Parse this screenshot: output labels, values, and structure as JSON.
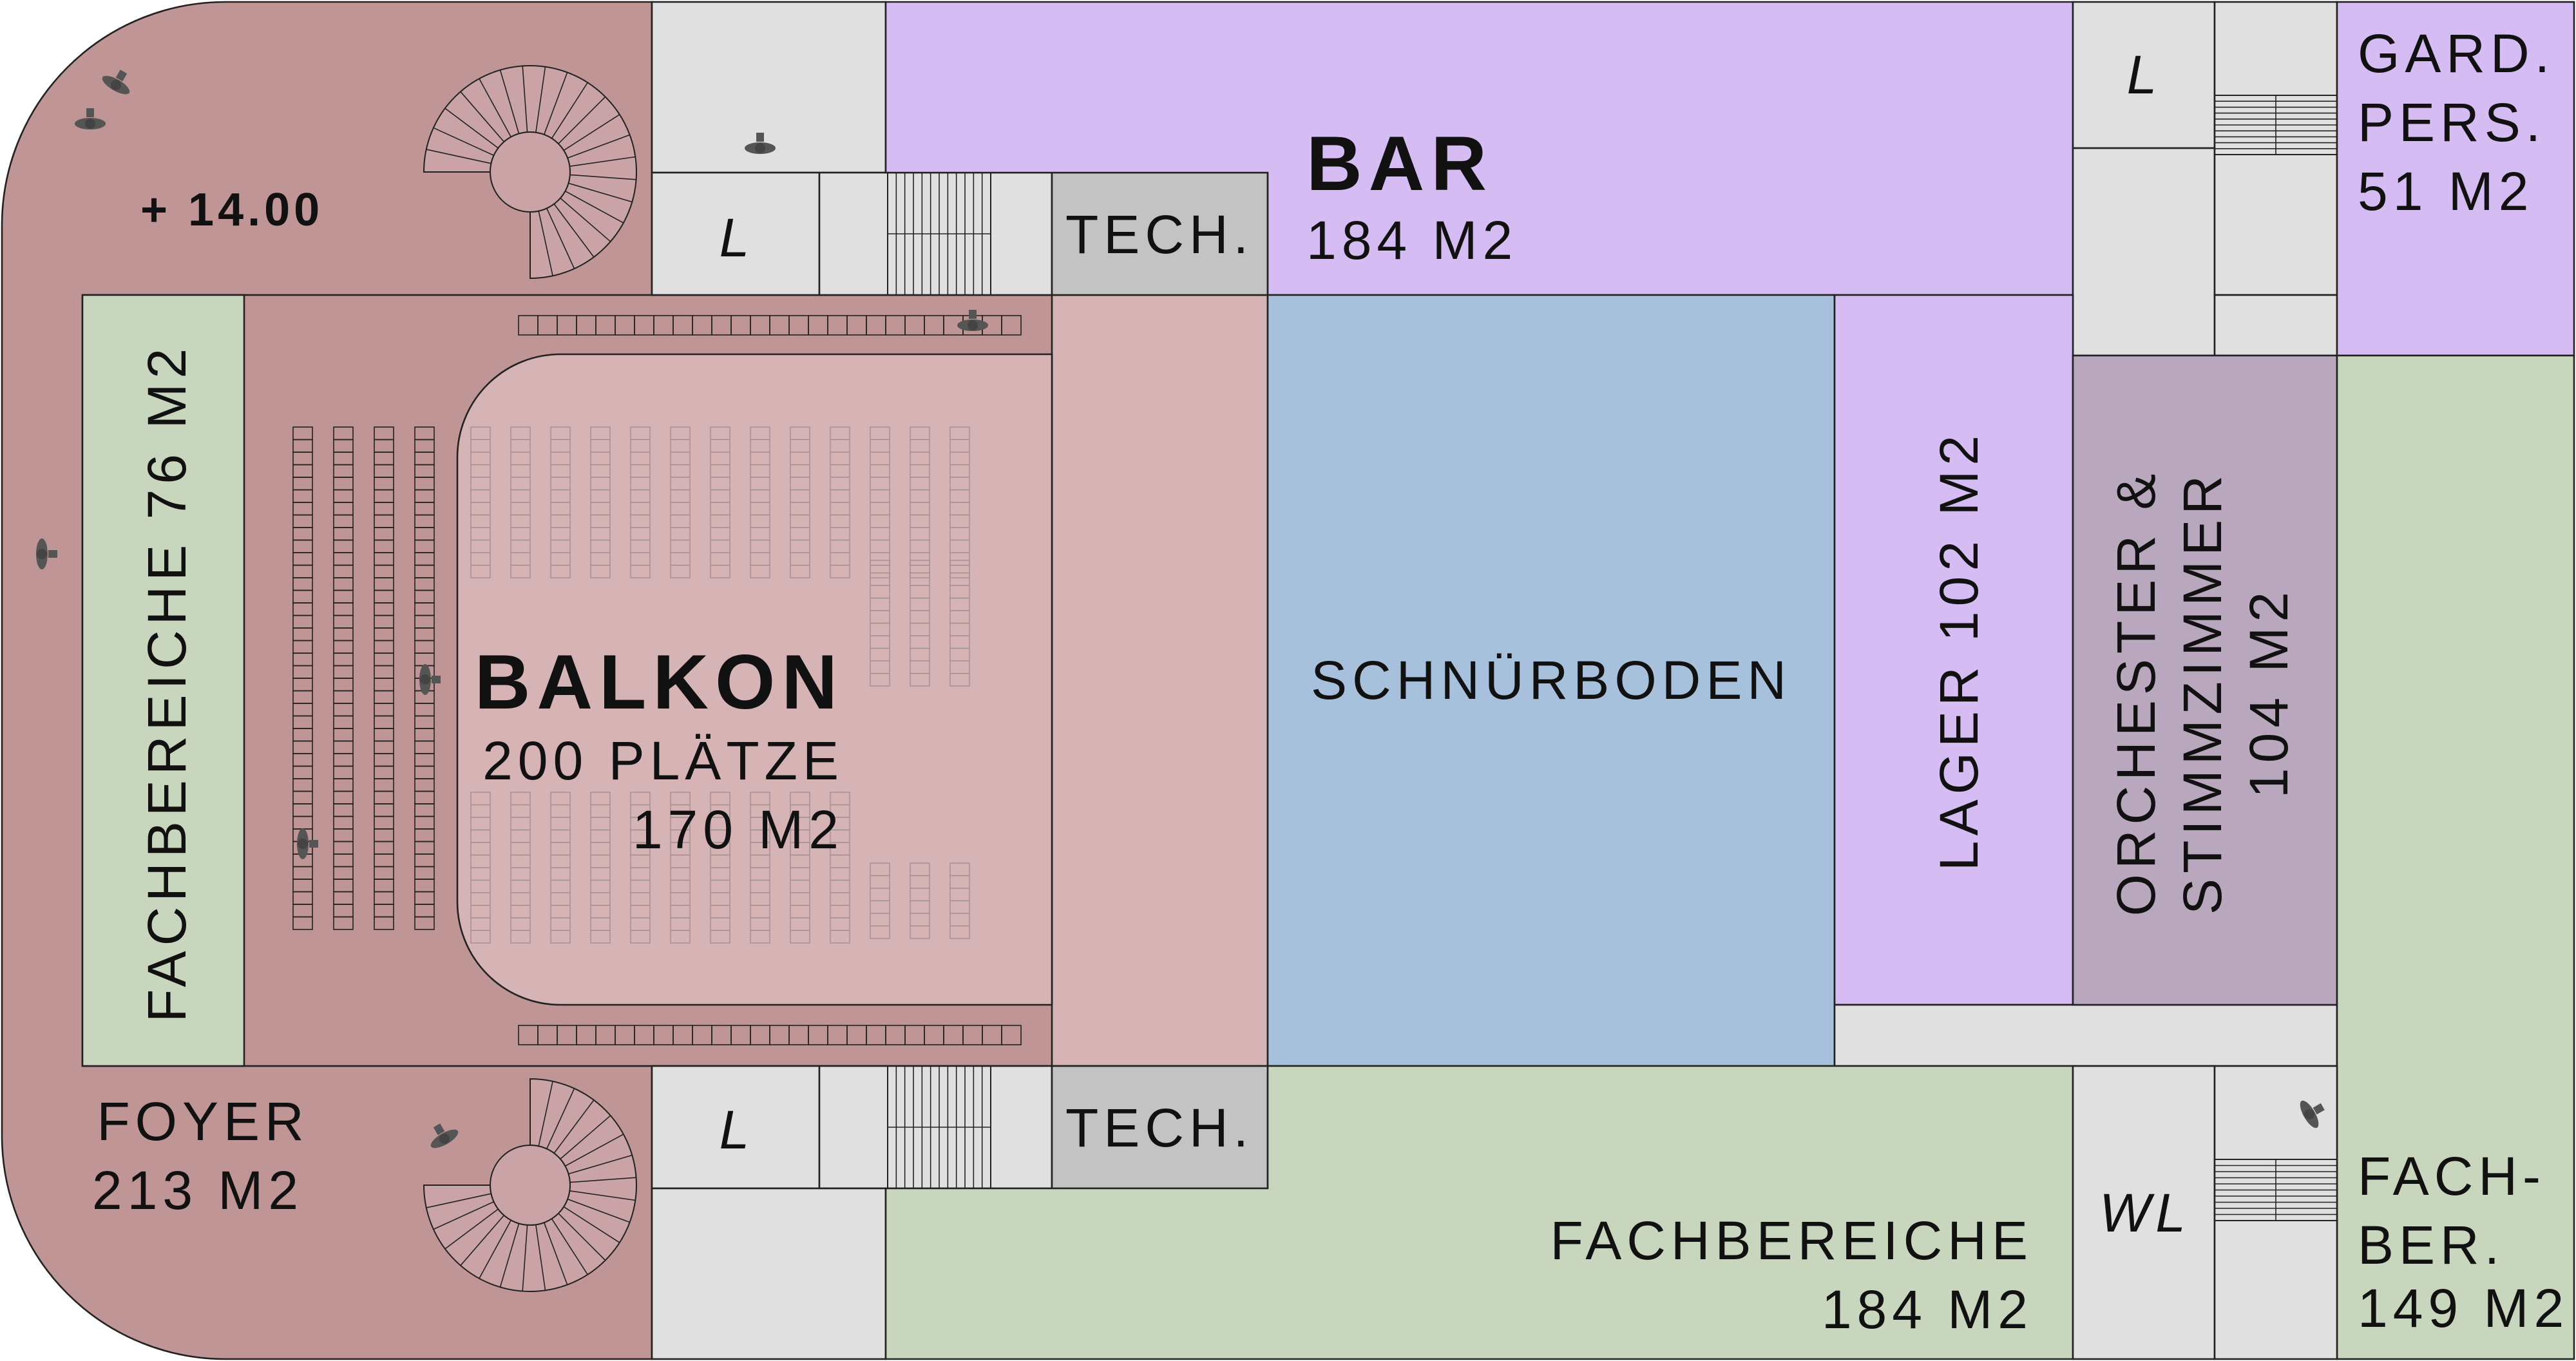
{
  "plan": {
    "level": "+ 14.00",
    "colors": {
      "foyer": "#bf9595",
      "balcony": "#d6b3b5",
      "bar": "#d5bcf2",
      "fly_loft": "#a7c1dc",
      "lager": "#d5bcf2",
      "orchestra": "#b9a8bd",
      "fachbereiche": "#c8d6bd",
      "service": "#e0e0e0",
      "tech": "#c3c3c3"
    },
    "rooms": {
      "foyer": {
        "name": "FOYER",
        "area": "213 M2"
      },
      "balcony": {
        "name": "BALKON",
        "seats": "200 PLÄTZE",
        "area": "170 M2"
      },
      "bar": {
        "name": "BAR",
        "area": "184 M2"
      },
      "fly_loft": {
        "name": "SCHNÜRBODEN"
      },
      "lager": {
        "label": "LAGER 102 M2"
      },
      "orchestra": {
        "line1": "ORCHESTER &",
        "line2": "STIMMZIMMER",
        "line3": "104 M2"
      },
      "fach_left": {
        "label": "FACHBEREICHE 76 M2"
      },
      "fach_bottom": {
        "name": "FACHBEREICHE",
        "area": "184 M2"
      },
      "fach_right": {
        "line1": "FACH-",
        "line2": "BER.",
        "line3": "149 M2"
      },
      "gard": {
        "line1": "GARD.",
        "line2": "PERS.",
        "line3": "51 M2"
      },
      "tech_top": "TECH.",
      "tech_bottom": "TECH.",
      "lift_top_left": "L",
      "lift_bottom_left": "L",
      "lift_top_right": "L",
      "wc_right": "WL"
    },
    "icons": [
      "person-icon",
      "spiral-stair-icon",
      "straight-stair-icon",
      "seat-row-icon"
    ]
  }
}
